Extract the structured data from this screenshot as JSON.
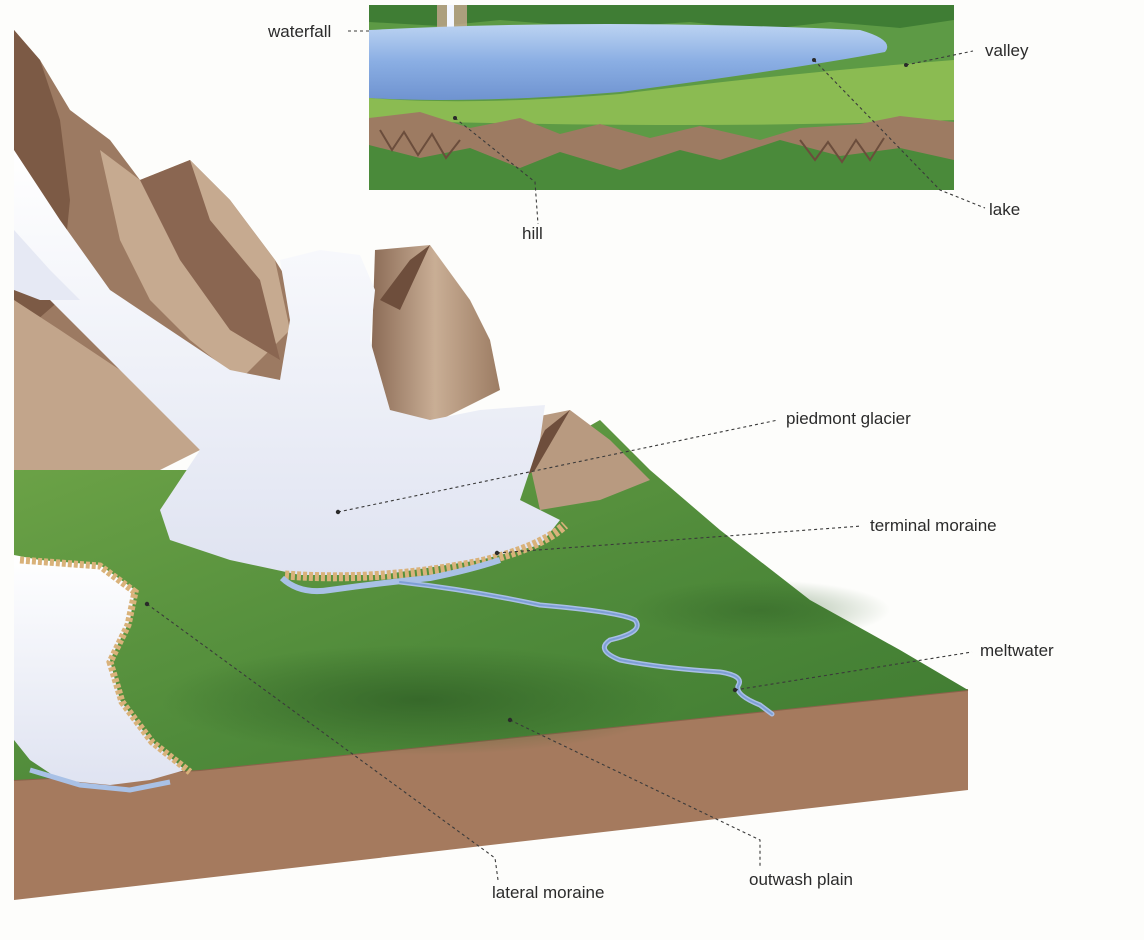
{
  "labels": {
    "waterfall": "waterfall",
    "valley": "valley",
    "hill": "hill",
    "lake": "lake",
    "piedmont_glacier": "piedmont glacier",
    "terminal_moraine": "terminal moraine",
    "meltwater": "meltwater",
    "lateral_moraine": "lateral moraine",
    "outwash_plain": "outwash plain"
  },
  "colors": {
    "background": "#fdfdfb",
    "soil": "#a57a5e",
    "grass": "#4f8a3a",
    "grass_light": "#7fb04f",
    "ice": "#eef0f8",
    "water": "#8fb0e0",
    "rock": "#b89a80",
    "rock_dark": "#7c5a45",
    "moraine": "#d9b27a"
  }
}
